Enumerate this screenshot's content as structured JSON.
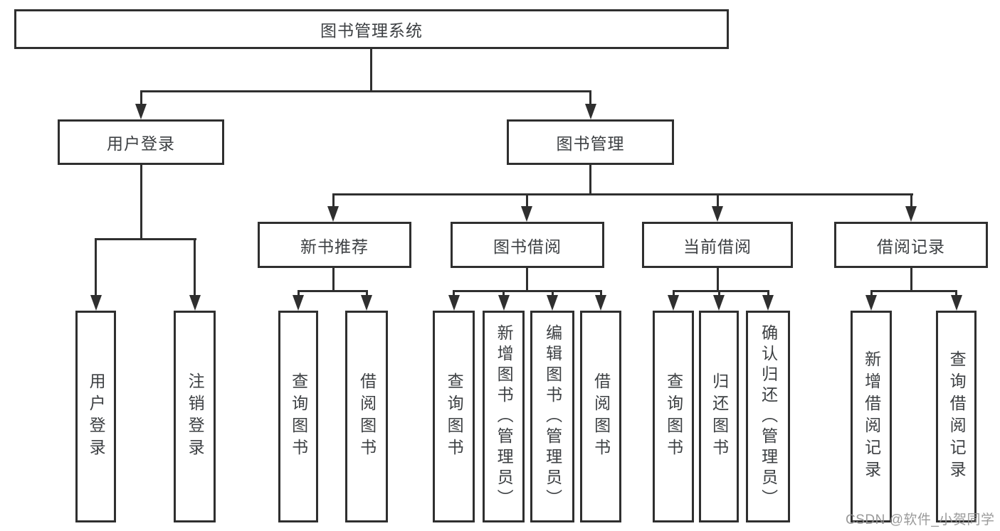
{
  "tree": {
    "root": {
      "label": "图书管理系统"
    },
    "children": [
      {
        "label": "用户登录",
        "children": [
          {
            "label": "用户登录"
          },
          {
            "label": "注销登录"
          }
        ]
      },
      {
        "label": "图书管理",
        "children": [
          {
            "label": "新书推荐",
            "children": [
              {
                "label": "查询图书"
              },
              {
                "label": "借阅图书"
              }
            ]
          },
          {
            "label": "图书借阅",
            "children": [
              {
                "label": "查询图书"
              },
              {
                "label": "新增图书（管理员）"
              },
              {
                "label": "编辑图书（管理员）"
              },
              {
                "label": "借阅图书"
              }
            ]
          },
          {
            "label": "当前借阅",
            "children": [
              {
                "label": "查询图书"
              },
              {
                "label": "归还图书"
              },
              {
                "label": "确认归还（管理员）"
              }
            ]
          },
          {
            "label": "借阅记录",
            "children": [
              {
                "label": "新增借阅记录"
              },
              {
                "label": "查询借阅记录"
              }
            ]
          }
        ]
      }
    ]
  },
  "watermark": {
    "text": "CSDN @软件_小贺同学"
  },
  "colors": {
    "line": "#2f2f2f",
    "text": "#3d4043",
    "watermark": "#919191",
    "background": "#ffffff"
  }
}
